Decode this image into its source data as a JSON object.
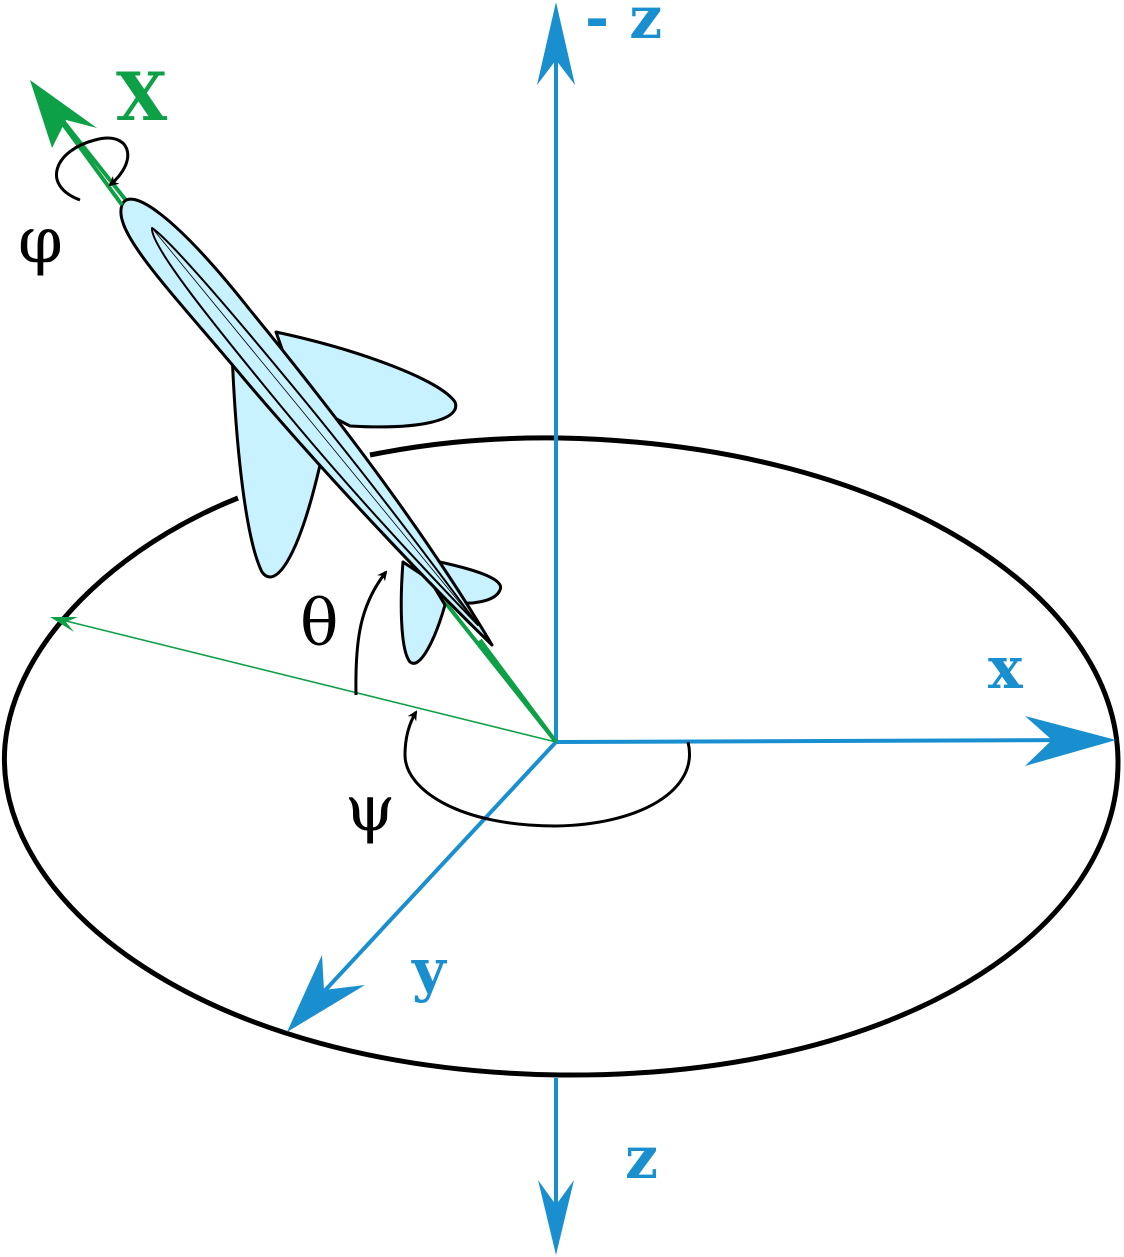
{
  "colors": {
    "ned_axes": "#1a8fd0",
    "body_axis": "#0ea046",
    "outline": "#000000",
    "aircraft_fill": "#c8f2ff",
    "background": "#ffffff"
  },
  "labels": {
    "neg_z": "- z",
    "x": "x",
    "y": "y",
    "z": "z",
    "body_x": "X",
    "roll": "φ",
    "pitch": "θ",
    "yaw": "ψ"
  }
}
